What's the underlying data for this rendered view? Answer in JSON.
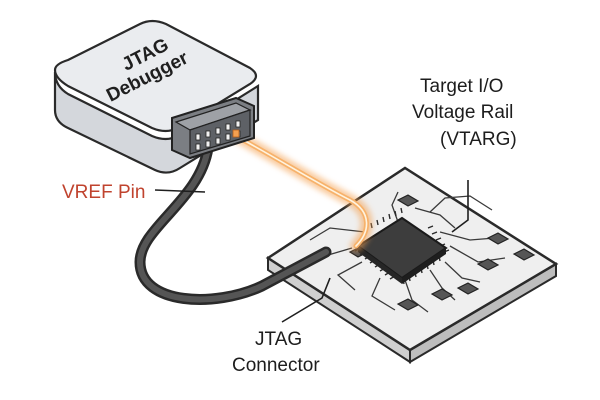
{
  "debugger": {
    "line1": "JTAG",
    "line2": "Debugger"
  },
  "labels": {
    "vref_pin": "VREF Pin",
    "target_line1": "Target I/O",
    "target_line2": "Voltage Rail",
    "target_line3": "(VTARG)",
    "connector_line1": "JTAG",
    "connector_line2": "Connector"
  },
  "colors": {
    "accent_glow": "#f5a050",
    "vref_label": "#c0432e",
    "cable": "#4a4a4a",
    "board": "#ececec",
    "chip": "#3a3a3a"
  }
}
